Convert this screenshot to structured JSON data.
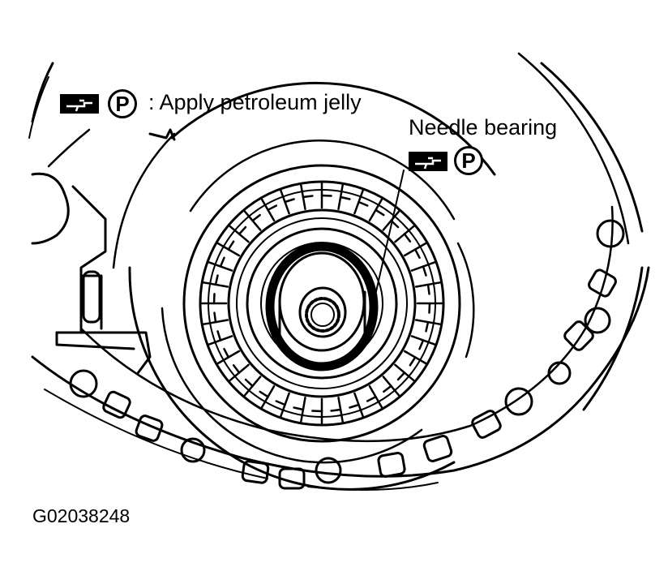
{
  "legend": {
    "grease_icon": "grease-gun-icon",
    "symbol": "P",
    "text": ": Apply petroleum jelly"
  },
  "callout": {
    "label": "Needle bearing",
    "grease_icon": "grease-gun-icon",
    "symbol": "P"
  },
  "figure_id": "G02038248",
  "colors": {
    "ink": "#000000",
    "background": "#ffffff"
  }
}
